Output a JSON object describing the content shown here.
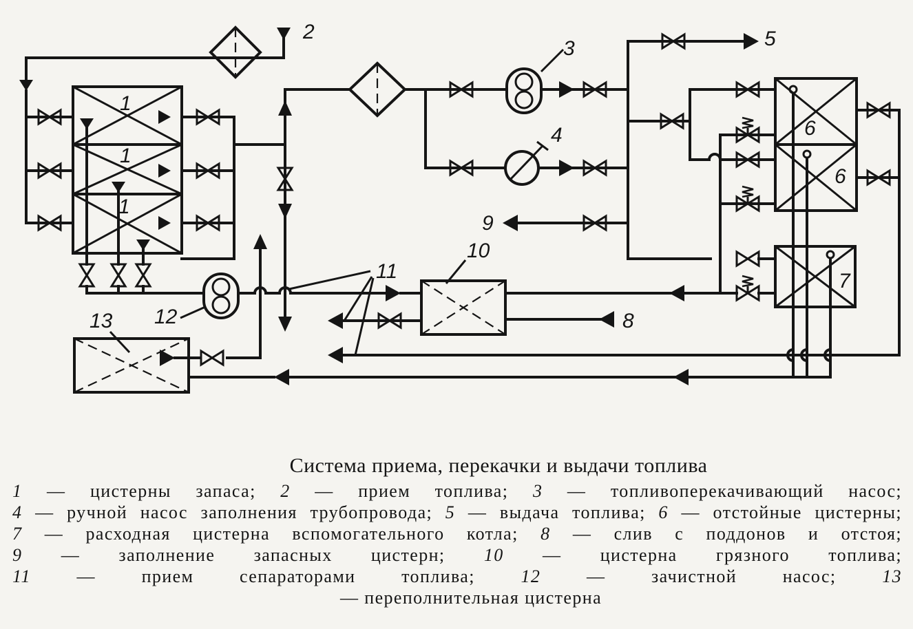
{
  "labels": {
    "n1a": "1",
    "n1b": "1",
    "n1c": "1",
    "n2": "2",
    "n3": "3",
    "n4": "4",
    "n5": "5",
    "n6a": "6",
    "n6b": "6",
    "n7": "7",
    "n8": "8",
    "n9": "9",
    "n10": "10",
    "n11": "11",
    "n12": "12",
    "n13": "13"
  },
  "caption": {
    "title": "Система приема, перекачки и выдачи топлива",
    "legend": [
      {
        "num": "1",
        "text": "— цистерны запаса;"
      },
      {
        "num": "2",
        "text": "— прием топлива;"
      },
      {
        "num": "3",
        "text": "— топливоперекачивающий насос;"
      },
      {
        "num": "4",
        "text": "— ручной насос заполнения трубопровода;"
      },
      {
        "num": "5",
        "text": "— выдача топлива;"
      },
      {
        "num": "6",
        "text": "— отстойные цистерны;"
      },
      {
        "num": "7",
        "text": "— расходная цистерна вспомогательного котла;"
      },
      {
        "num": "8",
        "text": "— слив с поддонов и отстоя;"
      },
      {
        "num": "9",
        "text": "— заполнение запасных цистерн;"
      },
      {
        "num": "10",
        "text": "— цистерна грязного топлива;"
      },
      {
        "num": "11",
        "text": "— прием сепараторами топлива;"
      },
      {
        "num": "12",
        "text": "— зачистной насос;"
      },
      {
        "num": "13",
        "text": "— переполнительная цистерна"
      }
    ]
  }
}
